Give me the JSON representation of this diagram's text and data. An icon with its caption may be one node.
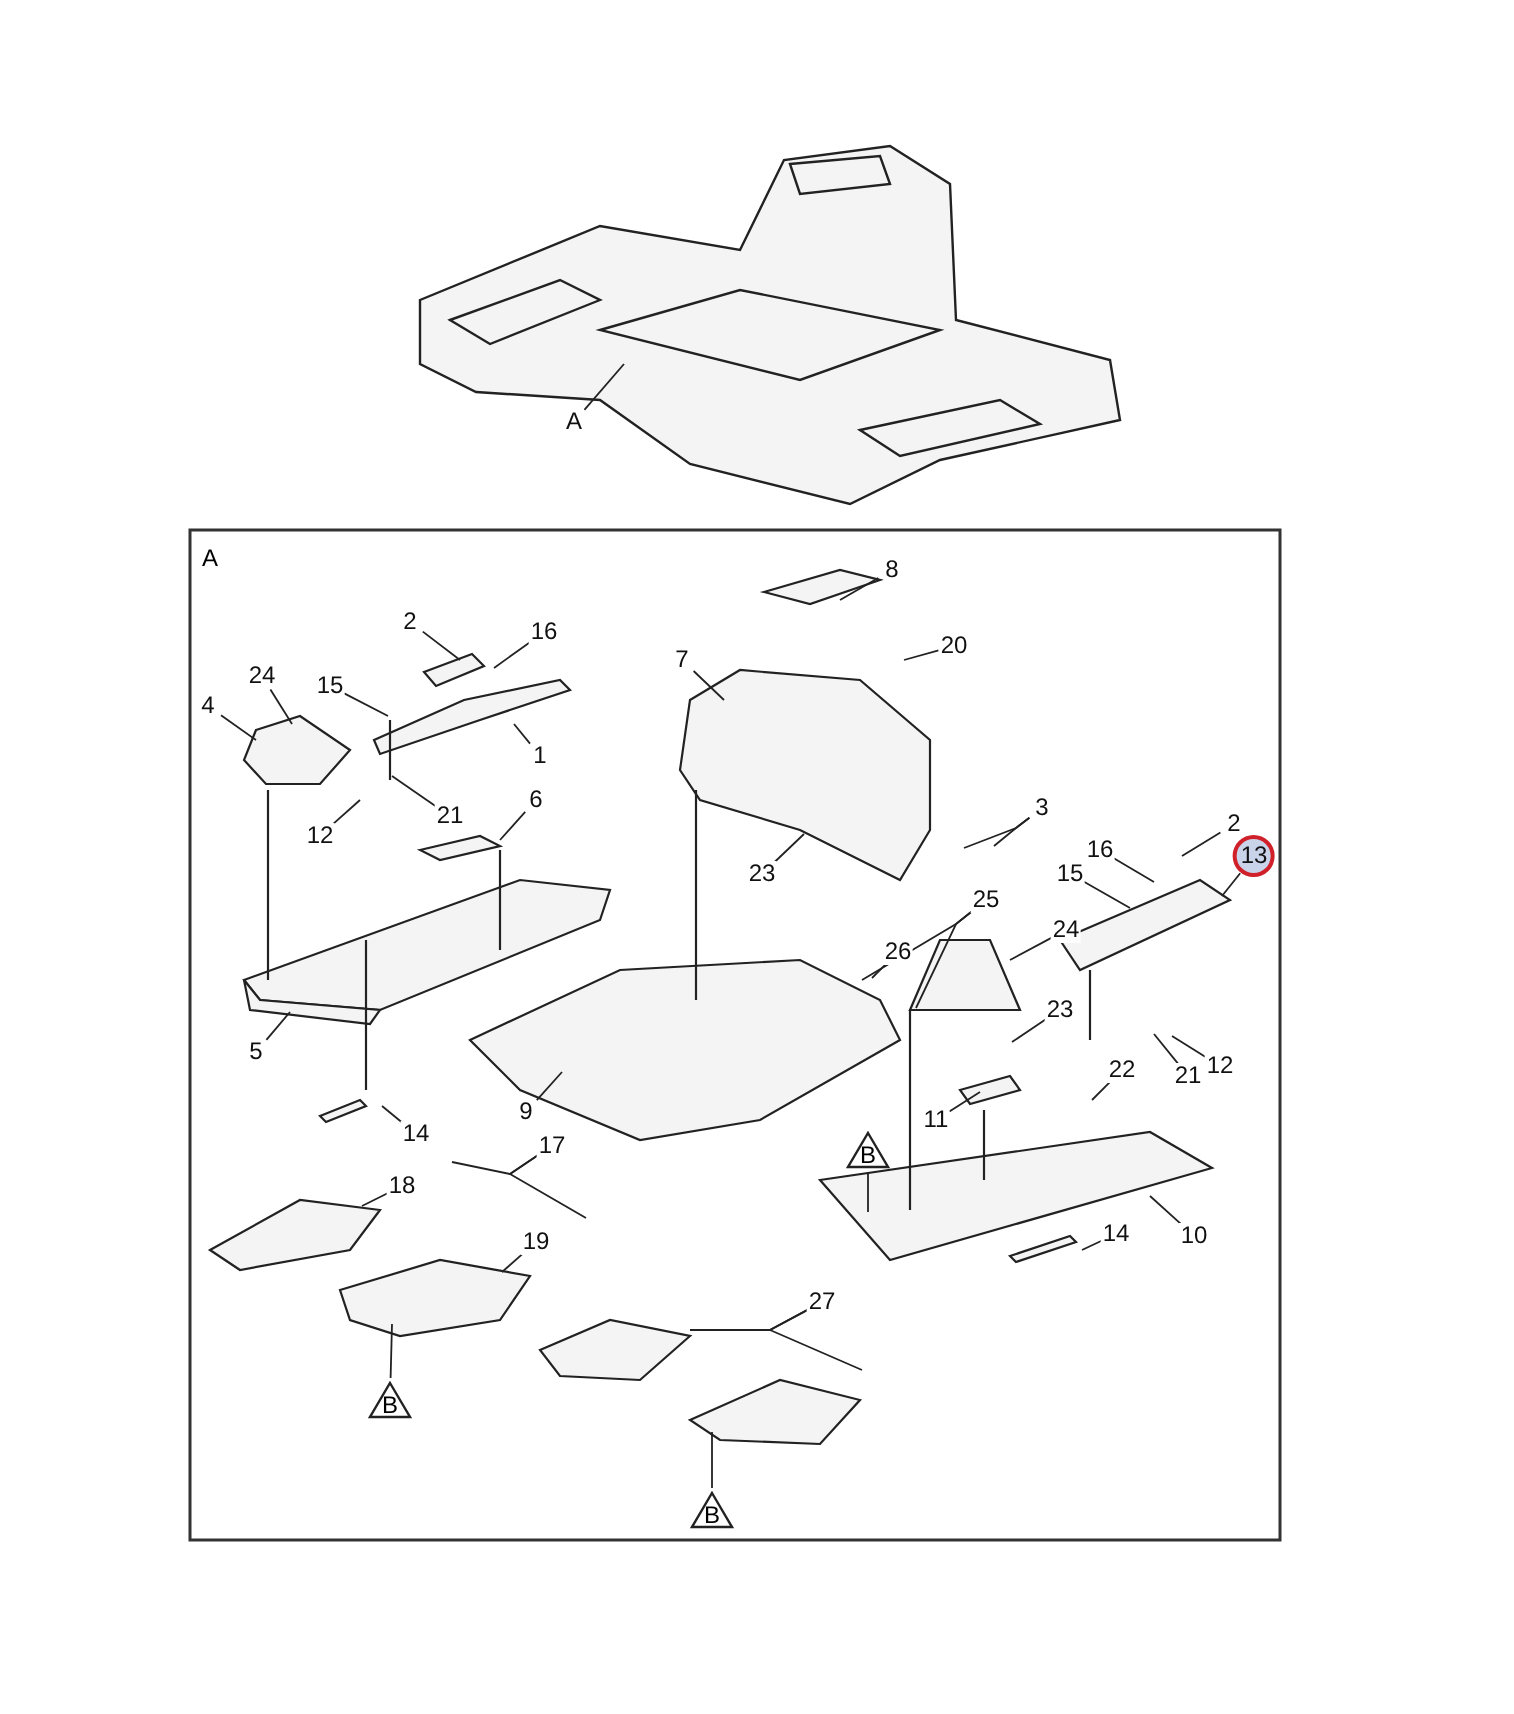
{
  "diagram": {
    "nodes": [
      {
        "text": [
          "A"
        ]
      },
      {
        "text": [
          "2"
        ]
      },
      {
        "text": [
          "16"
        ]
      },
      {
        "text": [
          "8"
        ]
      },
      {
        "text": [
          "24"
        ]
      },
      {
        "text": [
          "15"
        ]
      },
      {
        "text": [
          "7"
        ]
      },
      {
        "text": [
          "20"
        ]
      },
      {
        "text": [
          "4"
        ]
      },
      {
        "text": [
          "1"
        ]
      },
      {
        "text": [
          "6"
        ]
      },
      {
        "text": [
          "21"
        ]
      },
      {
        "text": [
          "12"
        ]
      },
      {
        "text": [
          "3"
        ]
      },
      {
        "text": [
          "2"
        ]
      },
      {
        "text": [
          "13"
        ]
      },
      {
        "text": [
          "16"
        ]
      },
      {
        "text": [
          "23"
        ]
      },
      {
        "text": [
          "15"
        ]
      },
      {
        "text": [
          "25"
        ]
      },
      {
        "text": [
          "24"
        ]
      },
      {
        "text": [
          "26"
        ]
      },
      {
        "text": [
          "23"
        ]
      },
      {
        "text": [
          "5"
        ]
      },
      {
        "text": [
          "12"
        ]
      },
      {
        "text": [
          "21"
        ]
      },
      {
        "text": [
          "22"
        ]
      },
      {
        "text": [
          "9"
        ]
      },
      {
        "text": [
          "11"
        ]
      },
      {
        "text": [
          "14"
        ]
      },
      {
        "text": [
          "17"
        ]
      },
      {
        "text": [
          "B"
        ]
      },
      {
        "text": [
          "18"
        ]
      },
      {
        "text": [
          "14"
        ]
      },
      {
        "text": [
          "10"
        ]
      },
      {
        "text": [
          "19"
        ]
      },
      {
        "text": [
          "27"
        ]
      },
      {
        "text": [
          "B"
        ]
      },
      {
        "text": [
          "B"
        ]
      }
    ],
    "edges": [
      {
        "from": 0,
        "to": null,
        "arrow": "none"
      },
      {
        "from": 1,
        "to": null,
        "arrow": "none"
      },
      {
        "from": 2,
        "to": null,
        "arrow": "none"
      },
      {
        "from": 3,
        "to": null,
        "arrow": "none"
      },
      {
        "from": 4,
        "to": null,
        "arrow": "none"
      },
      {
        "from": 5,
        "to": null,
        "arrow": "none"
      },
      {
        "from": 6,
        "to": null,
        "arrow": "none"
      },
      {
        "from": 7,
        "to": null,
        "arrow": "none"
      },
      {
        "from": 8,
        "to": null,
        "arrow": "none"
      },
      {
        "from": 9,
        "to": null,
        "arrow": "none"
      },
      {
        "from": 10,
        "to": null,
        "arrow": "none"
      },
      {
        "from": 11,
        "to": null,
        "arrow": "none"
      },
      {
        "from": 12,
        "to": null,
        "arrow": "none"
      },
      {
        "from": 13,
        "to": null,
        "arrow": "none"
      },
      {
        "from": 13,
        "to": null,
        "arrow": "none"
      },
      {
        "from": 14,
        "to": null,
        "arrow": "none"
      },
      {
        "from": 15,
        "to": null,
        "arrow": "none"
      },
      {
        "from": 16,
        "to": null,
        "arrow": "none"
      },
      {
        "from": 17,
        "to": null,
        "arrow": "none"
      },
      {
        "from": 18,
        "to": null,
        "arrow": "none"
      },
      {
        "from": 19,
        "to": null,
        "arrow": "none"
      },
      {
        "from": 19,
        "to": null,
        "arrow": "none"
      },
      {
        "from": 20,
        "to": null,
        "arrow": "none"
      },
      {
        "from": 21,
        "to": null,
        "arrow": "none"
      },
      {
        "from": 22,
        "to": null,
        "arrow": "none"
      },
      {
        "from": 23,
        "to": null,
        "arrow": "none"
      },
      {
        "from": 24,
        "to": null,
        "arrow": "none"
      },
      {
        "from": 25,
        "to": null,
        "arrow": "none"
      },
      {
        "from": 26,
        "to": null,
        "arrow": "none"
      },
      {
        "from": 27,
        "to": null,
        "arrow": "none"
      },
      {
        "from": 28,
        "to": null,
        "arrow": "none"
      },
      {
        "from": 29,
        "to": null,
        "arrow": "none"
      },
      {
        "from": 30,
        "to": null,
        "arrow": "none"
      },
      {
        "from": 30,
        "to": null,
        "arrow": "none"
      },
      {
        "from": 31,
        "to": null,
        "arrow": "none"
      },
      {
        "from": 32,
        "to": null,
        "arrow": "none"
      },
      {
        "from": 33,
        "to": null,
        "arrow": "none"
      },
      {
        "from": 34,
        "to": null,
        "arrow": "none"
      },
      {
        "from": 35,
        "to": null,
        "arrow": "none"
      },
      {
        "from": 36,
        "to": null,
        "arrow": "none"
      },
      {
        "from": 36,
        "to": null,
        "arrow": "none"
      },
      {
        "from": 37,
        "to": null,
        "arrow": "none"
      },
      {
        "from": 38,
        "to": null,
        "arrow": "none"
      }
    ],
    "labels": [
      "A"
    ]
  }
}
